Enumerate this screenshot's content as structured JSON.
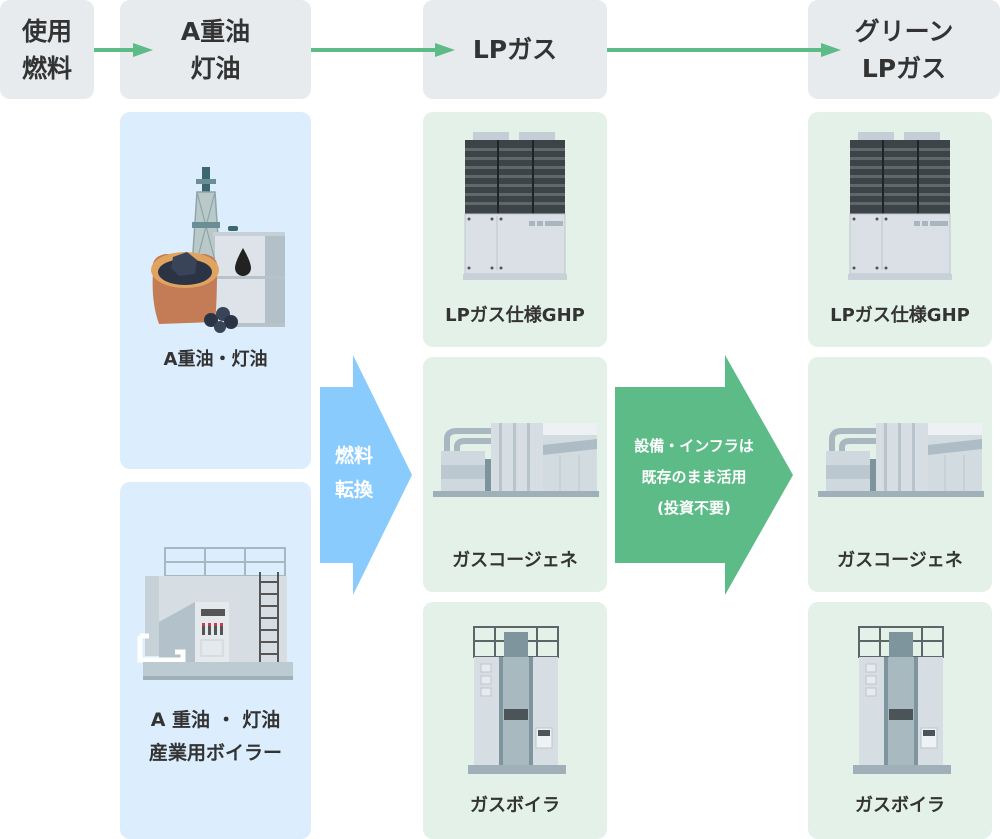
{
  "header": {
    "row_label": "使用\n燃料",
    "stage1": "A重油\n灯油",
    "stage2": "LPガス",
    "stage3": "グリーン\nLPガス"
  },
  "left_column": {
    "cards": [
      {
        "label": "A重油・灯油",
        "icon": "oil-drum-coal-icon"
      },
      {
        "label": "A 重油 ・ 灯油\n産業用ボイラー",
        "icon": "industrial-boiler-icon"
      }
    ]
  },
  "fuel_conversion_arrow": {
    "label": "燃料\n転換",
    "color": "#88cbfc"
  },
  "middle_column": {
    "cards": [
      {
        "label": "LPガス仕様GHP",
        "icon": "ghp-unit-icon"
      },
      {
        "label": "ガスコージェネ",
        "icon": "cogeneration-icon"
      },
      {
        "label": "ガスボイラ",
        "icon": "gas-boiler-icon"
      }
    ]
  },
  "reuse_arrow": {
    "label": "設備・インフラは\n既存のまま活用\n(投資不要)",
    "color": "#5cbb86"
  },
  "right_column": {
    "cards": [
      {
        "label": "LPガス仕様GHP",
        "icon": "ghp-unit-icon"
      },
      {
        "label": "ガスコージェネ",
        "icon": "cogeneration-icon"
      },
      {
        "label": "ガスボイラ",
        "icon": "gas-boiler-icon"
      }
    ]
  },
  "colors": {
    "header_bg": "#e7ebee",
    "blue_card_bg": "#dcedfd",
    "green_card_bg": "#e3f1e9",
    "flow_line": "#5cbb86"
  }
}
